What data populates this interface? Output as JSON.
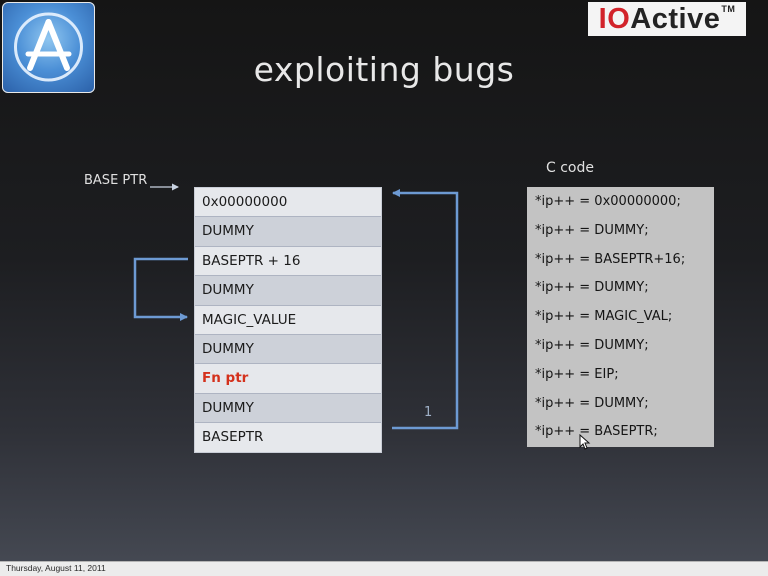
{
  "brand": {
    "logo_io": "IO",
    "logo_active": "Active",
    "logo_tm": "TM"
  },
  "slide": {
    "title": "exploiting bugs",
    "base_ptr_label": "BASE PTR",
    "c_code_label": "C code",
    "arrow_number_1": "1"
  },
  "stack": [
    {
      "text": "0x00000000",
      "highlight": false
    },
    {
      "text": "DUMMY",
      "highlight": false
    },
    {
      "text": "BASEPTR + 16",
      "highlight": false
    },
    {
      "text": "DUMMY",
      "highlight": false
    },
    {
      "text": "MAGIC_VALUE",
      "highlight": false
    },
    {
      "text": "DUMMY",
      "highlight": false
    },
    {
      "text": "Fn ptr",
      "highlight": true
    },
    {
      "text": "DUMMY",
      "highlight": false
    },
    {
      "text": "BASEPTR",
      "highlight": false
    }
  ],
  "code_lines": [
    "*ip++ =  0x00000000;",
    "*ip++ = DUMMY;",
    "*ip++ = BASEPTR+16;",
    "*ip++ = DUMMY;",
    "*ip++ =  MAGIC_VAL;",
    "*ip++ = DUMMY;",
    "*ip++ = EIP;",
    "*ip++ = DUMMY;",
    "*ip++ = BASEPTR;"
  ],
  "footer": {
    "date": "Thursday, August 11, 2011"
  },
  "colors": {
    "accent_red": "#d4311c",
    "arrow_blue": "#6d9ad3"
  },
  "icons": {
    "app_store": "app-store-icon",
    "cursor": "mouse-cursor-icon"
  }
}
